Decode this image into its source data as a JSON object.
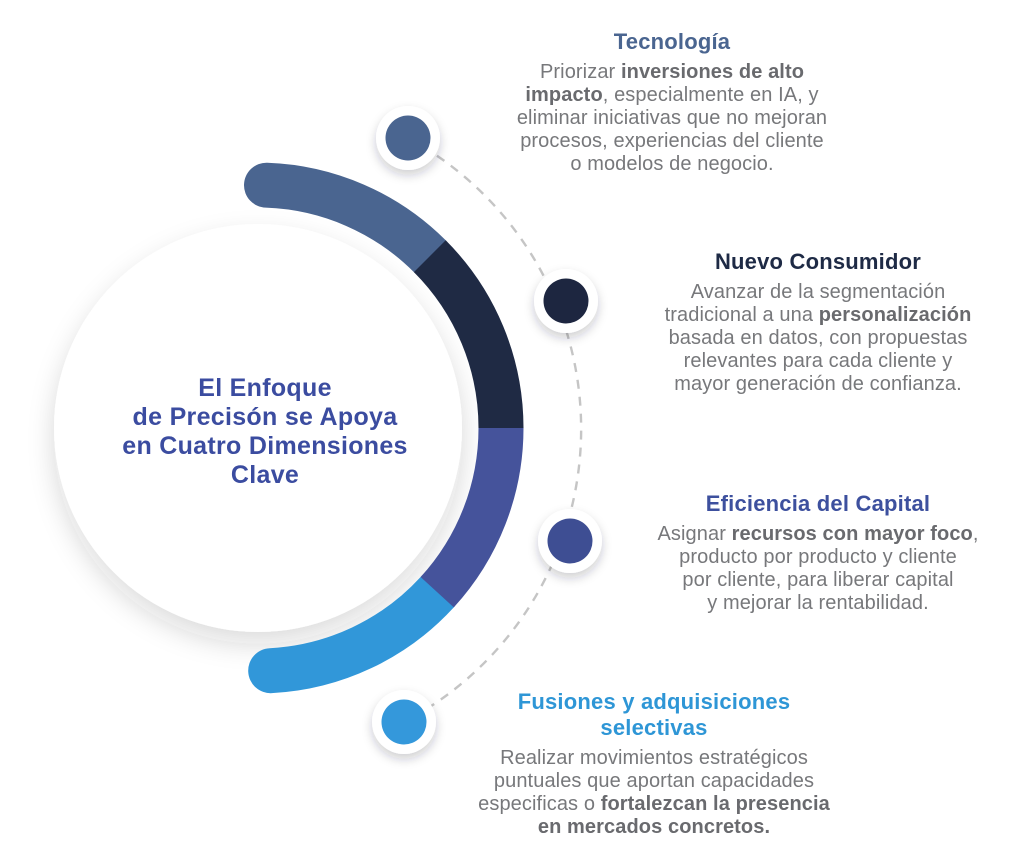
{
  "title": {
    "lines": [
      "El Enfoque",
      "de Precisón se Apoya",
      "en Cuatro Dimensiones",
      "Clave"
    ],
    "color": "#3B4CA0"
  },
  "body_text_color": "#77787B",
  "connector_color": "#C5C5C5",
  "sections": [
    {
      "id": "tecnologia",
      "heading_lines": [
        "Tecnología"
      ],
      "color": "#4A6590",
      "arc_color": "#4A6590",
      "dot_color": "#4A6590",
      "body_lines": [
        [
          {
            "t": "Priorizar ",
            "b": false
          },
          {
            "t": "inversiones de alto",
            "b": true
          }
        ],
        [
          {
            "t": "impacto",
            "b": true
          },
          {
            "t": ", especialmente en IA, y",
            "b": false
          }
        ],
        [
          {
            "t": "eliminar iniciativas que no mejoran",
            "b": false
          }
        ],
        [
          {
            "t": "procesos, experiencias del cliente",
            "b": false
          }
        ],
        [
          {
            "t": "o modelos de negocio.",
            "b": false
          }
        ]
      ]
    },
    {
      "id": "nuevo-consumidor",
      "heading_lines": [
        "Nuevo Consumidor"
      ],
      "color": "#1E2A45",
      "arc_color": "#1F2A44",
      "dot_color": "#1D2640",
      "body_lines": [
        [
          {
            "t": "Avanzar de la segmentación",
            "b": false
          }
        ],
        [
          {
            "t": "tradicional a una ",
            "b": false
          },
          {
            "t": "personalización",
            "b": true
          }
        ],
        [
          {
            "t": "basada en datos, con propuestas",
            "b": false
          }
        ],
        [
          {
            "t": "relevantes para cada cliente y",
            "b": false
          }
        ],
        [
          {
            "t": "mayor generación de confianza.",
            "b": false
          }
        ]
      ]
    },
    {
      "id": "eficiencia-del-capital",
      "heading_lines": [
        "Eficiencia del Capital"
      ],
      "color": "#3D509E",
      "arc_color": "#45539B",
      "dot_color": "#3E4E93",
      "body_lines": [
        [
          {
            "t": "Asignar ",
            "b": false
          },
          {
            "t": "recursos con mayor foco",
            "b": true
          },
          {
            "t": ",",
            "b": false
          }
        ],
        [
          {
            "t": "producto por producto y cliente",
            "b": false
          }
        ],
        [
          {
            "t": "por cliente, para liberar capital",
            "b": false
          }
        ],
        [
          {
            "t": "y mejorar la rentabilidad.",
            "b": false
          }
        ]
      ]
    },
    {
      "id": "fusiones-adquisiciones",
      "heading_lines": [
        "Fusiones y adquisiciones",
        "selectivas"
      ],
      "color": "#2E96D6",
      "arc_color": "#3197D9",
      "dot_color": "#3498DB",
      "body_lines": [
        [
          {
            "t": "Realizar movimientos estratégicos",
            "b": false
          }
        ],
        [
          {
            "t": "puntuales que aportan capacidades",
            "b": false
          }
        ],
        [
          {
            "t": "especificas o ",
            "b": false
          },
          {
            "t": "fortalezcan la presencia",
            "b": true
          }
        ],
        [
          {
            "t": "en mercados concretos.",
            "b": true
          }
        ]
      ]
    }
  ]
}
